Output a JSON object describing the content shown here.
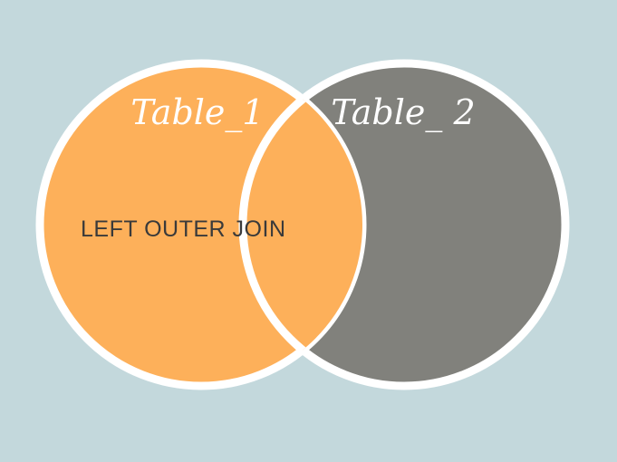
{
  "diagram": {
    "type": "venn",
    "sets": [
      {
        "label": "Table_1",
        "fill": "#fdb05a"
      },
      {
        "label": "Table_ 2",
        "fill": "#81817c"
      }
    ],
    "join_label": "LEFT OUTER JOIN",
    "highlighted": "left-circle-including-intersection",
    "colors": {
      "background": "#c3d8dc",
      "outline": "#ffffff",
      "text": "#3a3a3a"
    }
  }
}
